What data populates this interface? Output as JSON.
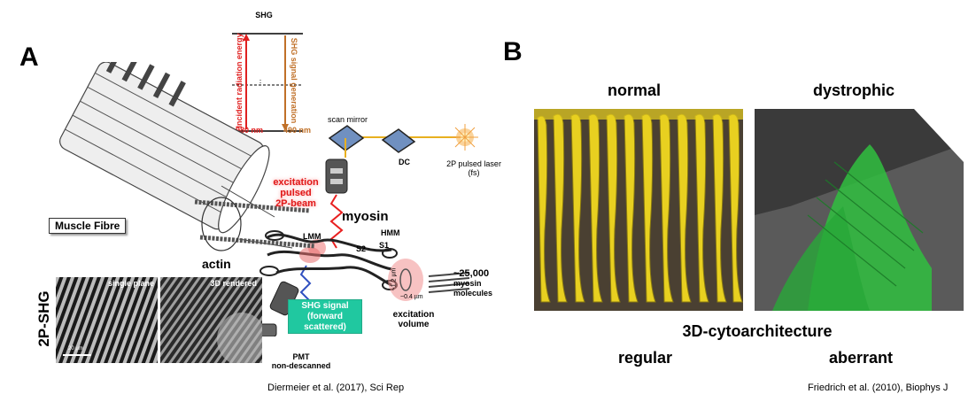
{
  "panelA": {
    "letter": "A",
    "shg_diagram": {
      "title": "SHG",
      "incident_label": "Incident radiation energy",
      "signal_label": "SHG signal generation",
      "wavelength_in": "980 nm",
      "wavelength_out": "490 nm"
    },
    "labels": {
      "scan_mirror": "scan mirror",
      "dc": "DC",
      "laser_line1": "2P pulsed laser",
      "laser_line2": "(fs)",
      "excitation_line1": "excitation",
      "excitation_line2": "pulsed",
      "excitation_line3": "2P-beam",
      "myosin": "myosin",
      "muscle_fibre": "Muscle Fibre",
      "actin": "actin",
      "lmm": "LMM",
      "hmm": "HMM",
      "s2": "S2",
      "s1": "S1",
      "molecules_line1": "~25,000",
      "molecules_line2": "myosin",
      "molecules_line3": "molecules",
      "dim_height": "~1.2 µm",
      "dim_width": "~0.4 µm",
      "volume_line1": "excitation",
      "volume_line2": "volume",
      "shg_signal_line1": "SHG signal",
      "shg_signal_line2": "(forward",
      "shg_signal_line3": "scattered)",
      "pmt_line1": "PMT",
      "pmt_line2": "non-descanned",
      "side_label": "2P-SHG",
      "single_plane": "single plane",
      "rendered_3d": "3D rendered",
      "scale": "20 µm"
    },
    "citation": "Diermeier et al. (2017), Sci Rep"
  },
  "panelB": {
    "letter": "B",
    "normal": "normal",
    "dystrophic": "dystrophic",
    "caption": "3D-cytoarchitecture",
    "regular": "regular",
    "aberrant": "aberrant",
    "citation": "Friedrich et al. (2010), Biophys J"
  },
  "colors": {
    "incident": "#e02020",
    "signal": "#c07028",
    "yellow": "#e8d020",
    "green": "#30c040",
    "shg_box": "#20c8a0",
    "excitation_text": "#e01818"
  }
}
